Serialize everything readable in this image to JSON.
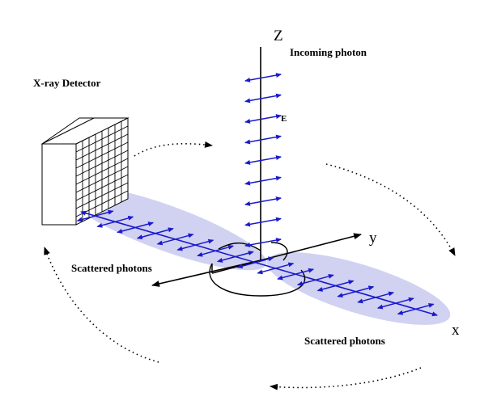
{
  "labels": {
    "z_axis": "Z",
    "y_axis": "y",
    "x_axis": "x",
    "incoming_photon": "Incoming photon",
    "e_field": "E",
    "detector": "X-ray Detector",
    "scattered_left": "Scattered photons",
    "scattered_right": "Scattered photons"
  },
  "colors": {
    "arrows": "#1a1acc",
    "ellipse_fill": "#ccccf0",
    "axis": "#000000"
  }
}
